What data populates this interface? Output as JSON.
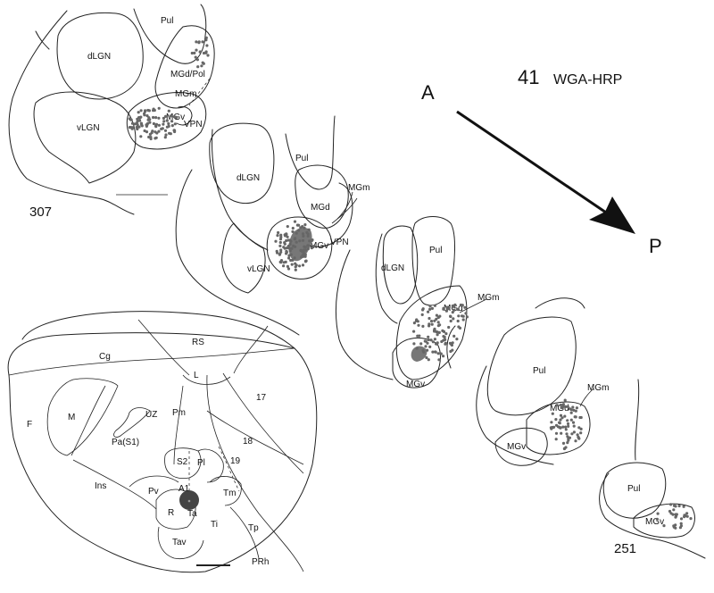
{
  "case": {
    "number": "41",
    "tracer": "WGA-HRP"
  },
  "direction": {
    "anterior": "A",
    "posterior": "P"
  },
  "sections": [
    {
      "number": "307",
      "labels": [
        "Pul",
        "dLGN",
        "MGd/Pol",
        "MGm",
        "MGv",
        "VPN",
        "vLGN"
      ]
    },
    {
      "labels": [
        "Pul",
        "dLGN",
        "MGm",
        "MGd",
        "MGv",
        "VPN",
        "vLGN"
      ]
    },
    {
      "labels": [
        "Pul",
        "dLGN",
        "MGm",
        "MGd",
        "MGv"
      ]
    },
    {
      "labels": [
        "Pul",
        "MGm",
        "MGd",
        "MGv"
      ]
    },
    {
      "number": "251",
      "labels": [
        "Pul",
        "MGv"
      ]
    }
  ],
  "cortex": {
    "labels": [
      "RS",
      "Cg",
      "L",
      "17",
      "M",
      "UZ",
      "Pm",
      "F",
      "Pa(S1)",
      "18",
      "S2",
      "Pl",
      "19",
      "Ins",
      "Pv",
      "A1",
      "Tm",
      "R",
      "Ta",
      "Ti",
      "Tp",
      "Tav",
      "PRh"
    ]
  },
  "colors": {
    "label_dots": "#666666",
    "injection": "#444444"
  }
}
